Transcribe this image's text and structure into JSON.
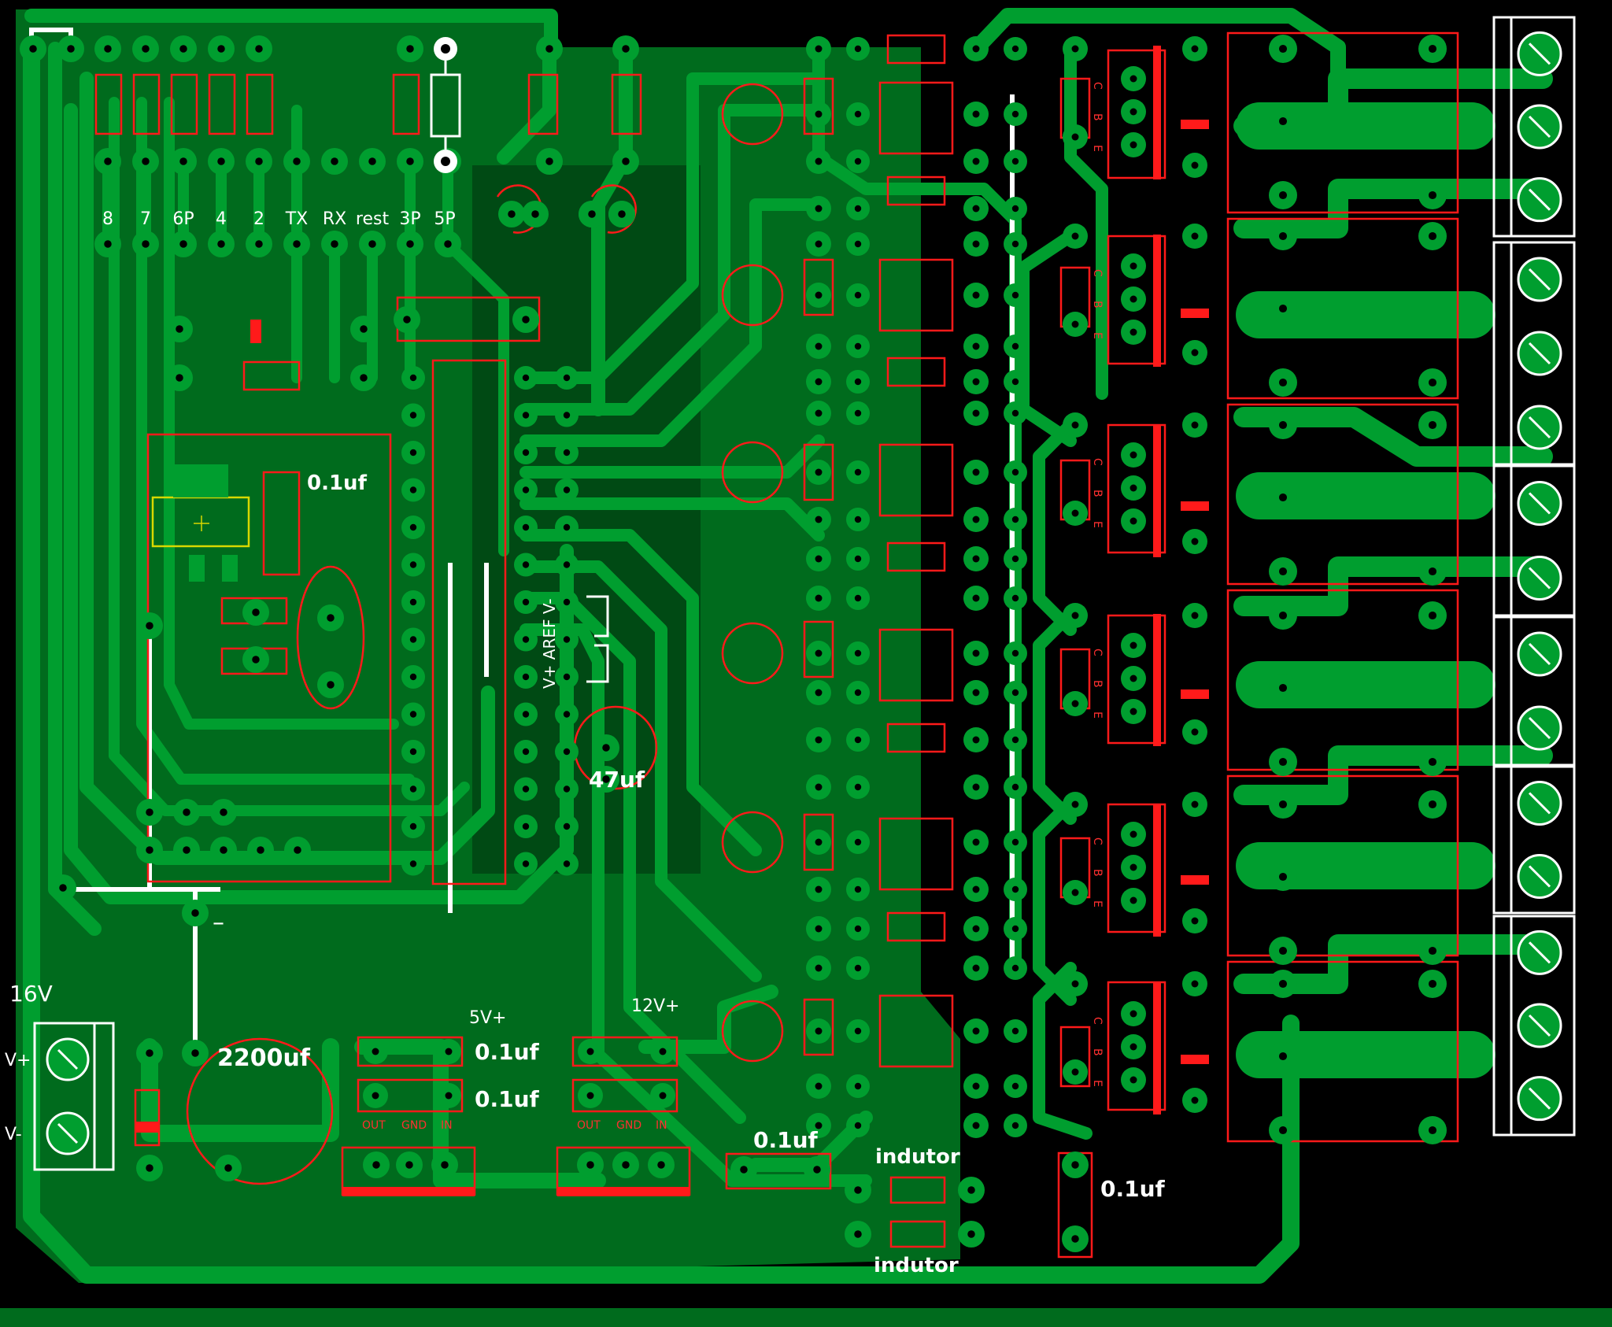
{
  "header_pins": [
    "8",
    "7",
    "6P",
    "4",
    "2",
    "TX",
    "RX",
    "rest",
    "3P",
    "5P"
  ],
  "labels": {
    "cap_near_regulator": "0.1uf",
    "aref_header": "V+ AREF V-",
    "cap_47": "47uf",
    "minus_sign": "–",
    "supply_voltage": "16V",
    "terminal_vplus": "V+",
    "terminal_vminus": "V-",
    "cap_2200": "2200uf",
    "rail_5v": "5V+",
    "rail_12v": "12V+",
    "cap_5v_top": "0.1uf",
    "cap_5v_bottom": "0.1uf",
    "cap_filter": "0.1uf",
    "cap_right": "0.1uf",
    "inductor_top": "indutor",
    "inductor_bottom": "indutor",
    "reg_pin_labels": [
      "OUT",
      "GND",
      "IN"
    ],
    "transistor_pin_labels": [
      "C",
      "B",
      "E"
    ]
  },
  "colors": {
    "background": "#000000",
    "copper": "#009e2f",
    "copper_fill": "#006b1d",
    "silkscreen": "#ffffff",
    "outline": "#ff1a1a",
    "highlight": "#d8d800"
  },
  "counts": {
    "relay_channels": 6,
    "output_terminals": 15
  }
}
